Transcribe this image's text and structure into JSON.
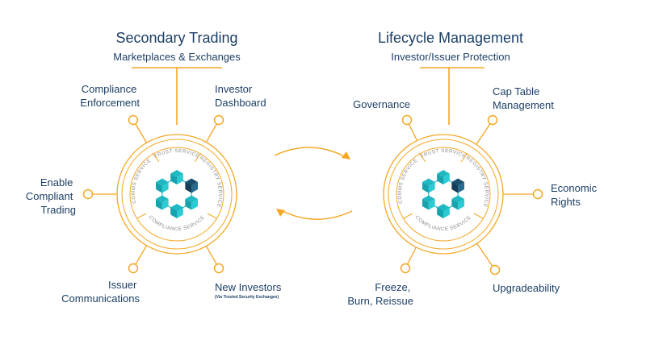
{
  "colors": {
    "accent": "#f5a623",
    "text": "#1c3f66",
    "teal": "#1fb8c3",
    "navy": "#1c4e6e",
    "ring_text": "#8a8a8a"
  },
  "left": {
    "title": "Secondary Trading",
    "subtitle": "Marketplaces & Exchanges",
    "ring": {
      "trust": "TRUST SERVICE",
      "registry": "REGISTRY SERVICE",
      "compliance": "COMPLIANCE SERVICE",
      "comms": "COMMS SERVICE"
    },
    "labels": {
      "compliance_enforcement": [
        "Compliance",
        "Enforcement"
      ],
      "investor_dashboard": [
        "Investor",
        "Dashboard"
      ],
      "enable_trading": [
        "Enable",
        "Compliant",
        "Trading"
      ],
      "issuer_comms": [
        "Issuer",
        "Communications"
      ],
      "new_investors": [
        "New Investors"
      ],
      "new_investors_note": "(Via Trusted Security Exchanges)"
    }
  },
  "right": {
    "title": "Lifecycle Management",
    "subtitle": "Investor/Issuer Protection",
    "ring": {
      "trust": "TRUST SERVICE",
      "registry": "REGISTRY SERVICE",
      "compliance": "COMPLIANCE SERVICE",
      "comms": "COMMS SERVICE"
    },
    "labels": {
      "governance": [
        "Governance"
      ],
      "cap_table": [
        "Cap Table",
        "Management"
      ],
      "economic_rights": [
        "Economic",
        "Rights"
      ],
      "upgradeability": [
        "Upgradeability"
      ],
      "freeze": [
        "Freeze,",
        "Burn, Reissue"
      ]
    }
  }
}
